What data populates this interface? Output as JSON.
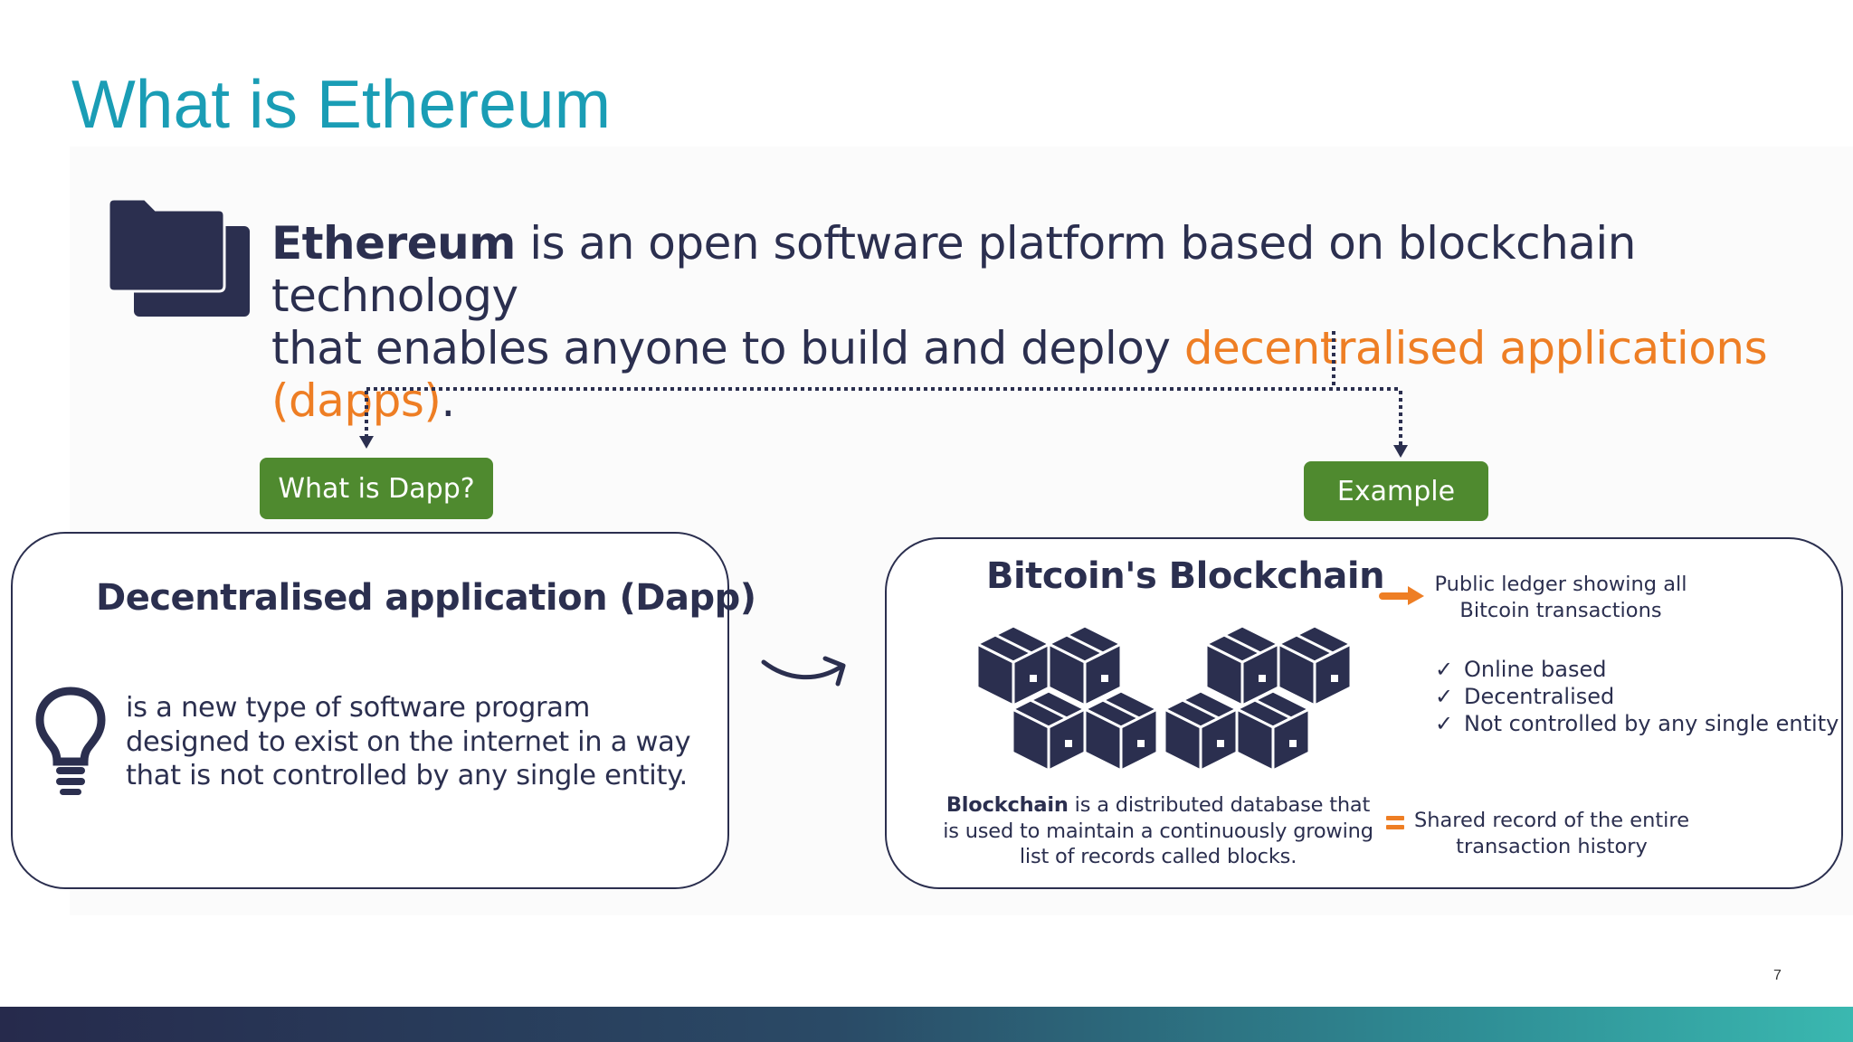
{
  "slide": {
    "title": "What is Ethereum",
    "page_number": "7"
  },
  "intro": {
    "bold": "Ethereum",
    "text_line1": " is an open software platform based on blockchain technology",
    "text_line2": "that enables anyone to build and deploy ",
    "highlight": "decentralised applications (dapps)",
    "end": "."
  },
  "tags": {
    "dapp": "What is Dapp?",
    "example": "Example"
  },
  "dapp_box": {
    "title": "Decentralised application (Dapp)",
    "description": "is a new type of software program designed to exist on the internet in a way that is not controlled by any single entity."
  },
  "blockchain_box": {
    "title": "Bitcoin's Blockchain",
    "definition_bold": "Blockchain",
    "definition_rest": " is a distributed database that is used to maintain a continuously growing list of records called blocks.",
    "ledger": "Public ledger showing all Bitcoin transactions",
    "check_mark": "✓",
    "checklist": [
      "Online based",
      "Decentralised",
      "Not controlled by any single entity"
    ],
    "shared_record": "Shared record of the entire transaction history"
  },
  "colors": {
    "title": "#1a9db5",
    "navy": "#2b2f4f",
    "orange": "#ee7e24",
    "green": "#4f8a2f"
  },
  "icons": [
    "folder-icon",
    "lightbulb-icon",
    "curved-arrow-icon",
    "orange-arrow-icon",
    "equals-icon",
    "blocks-icon"
  ]
}
